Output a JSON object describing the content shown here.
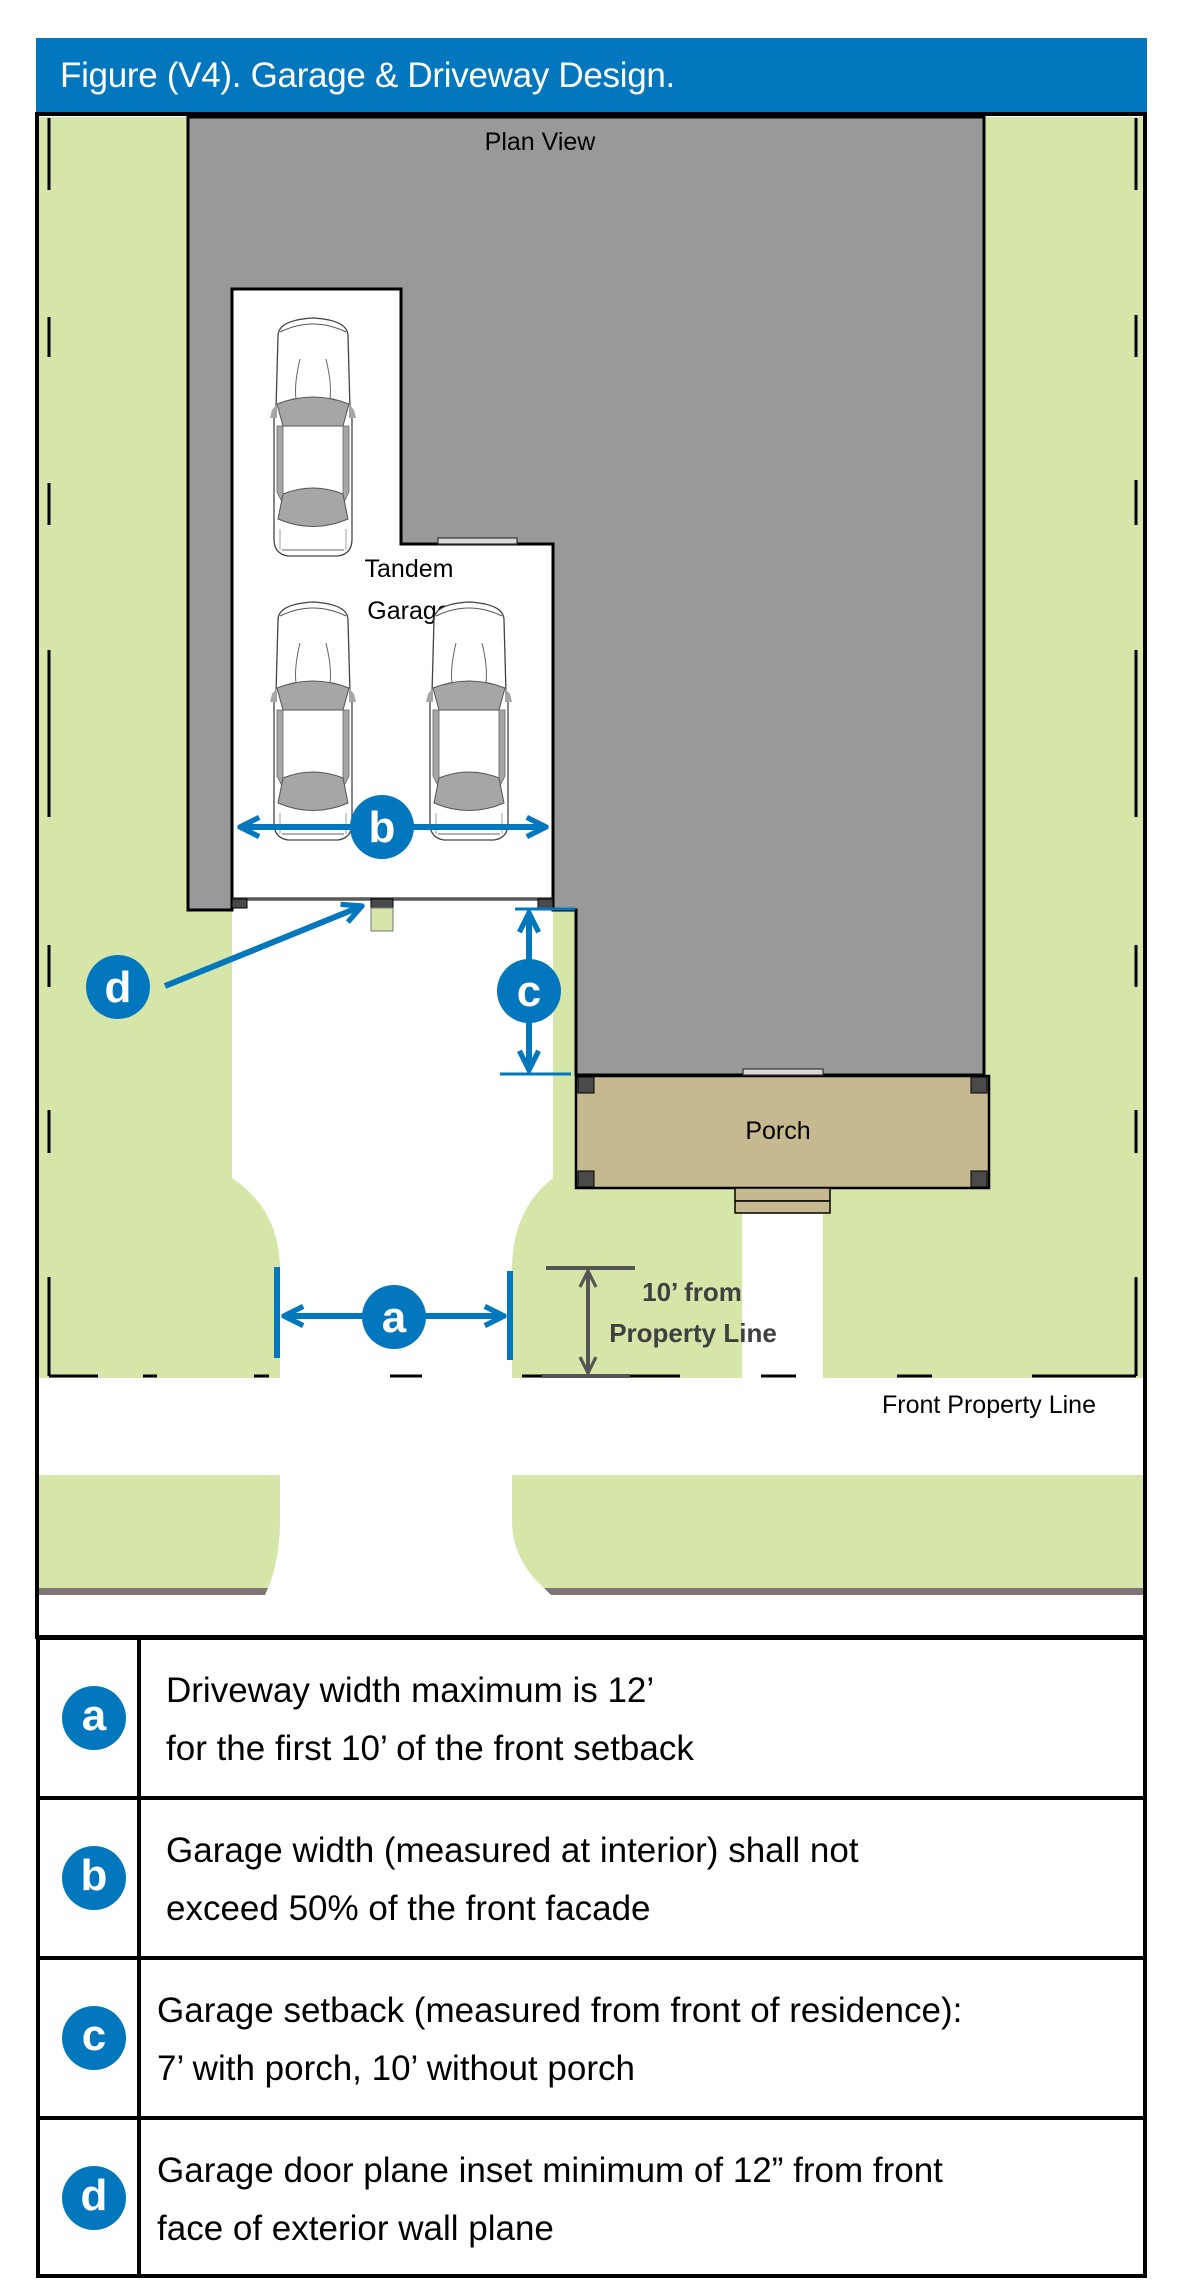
{
  "figure": {
    "title": "Figure (V4). Garage & Driveway Design.",
    "colors": {
      "brand_blue": "#0277bd",
      "lawn": "#d6e6a8",
      "house": "#999999",
      "porch": "#c6b990",
      "pillar": "#4a4a4a",
      "curb": "#807575",
      "dimension_gray": "#555555"
    }
  },
  "plan": {
    "view_label": "Plan View",
    "garage_label_line1": "Tandem",
    "garage_label_line2": "Garage",
    "porch_label": "Porch",
    "setback_note_line1": "10’ from",
    "setback_note_line2": "Property Line",
    "property_line_label": "Front Property Line",
    "markers": {
      "a": "a",
      "b": "b",
      "c": "c",
      "d": "d"
    },
    "icons": {
      "car": "car-top-view-icon",
      "arrow": "double-arrow-icon"
    }
  },
  "legend": {
    "rows": [
      {
        "badge": "a",
        "line1": "Driveway width maximum is 12’",
        "line2": "for the first 10’ of the front setback"
      },
      {
        "badge": "b",
        "line1": "Garage width (measured at interior) shall not",
        "line2": "exceed 50% of the front facade"
      },
      {
        "badge": "c",
        "line1": "Garage setback (measured from front of residence):",
        "line2": "7’ with porch, 10’ without porch"
      },
      {
        "badge": "d",
        "line1": "Garage door plane inset minimum of 12” from front",
        "line2": "face of exterior wall plane"
      }
    ]
  }
}
